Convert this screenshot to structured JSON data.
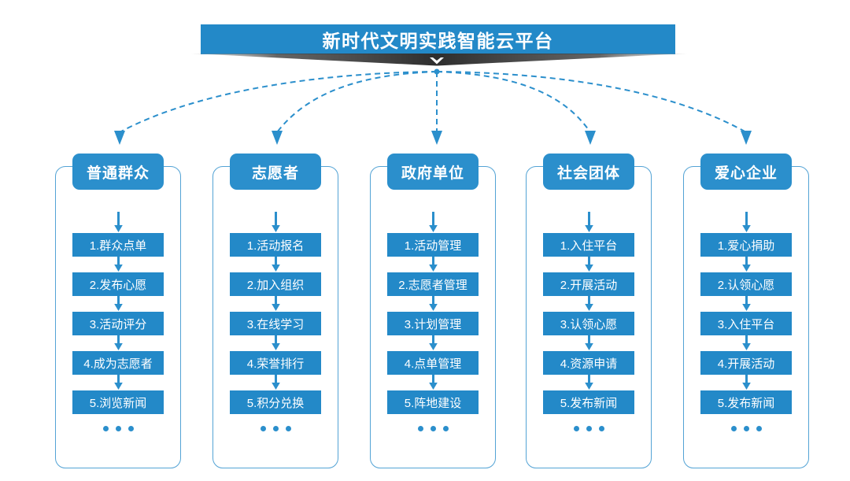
{
  "title": {
    "text": "新时代文明实践智能云平台",
    "bar_color": "#2389c8",
    "shadow_color": "#333333",
    "chevron_icon": "chevron-down-icon"
  },
  "theme": {
    "item_blue": "#2389c8",
    "header_blue": "#2b8fcc",
    "frame_border": "#53a3d5",
    "arrow_blue": "#2b8fcc",
    "dashed_connector": "#2b8fcc",
    "background": "#ffffff"
  },
  "ellipsis_label": "...",
  "columns": [
    {
      "header": "普通群众",
      "steps": [
        "1.群众点单",
        "2.发布心愿",
        "3.活动评分",
        "4.成为志愿者",
        "5.浏览新闻"
      ]
    },
    {
      "header": "志愿者",
      "steps": [
        "1.活动报名",
        "2.加入组织",
        "3.在线学习",
        "4.荣誉排行",
        "5.积分兑换"
      ]
    },
    {
      "header": "政府单位",
      "steps": [
        "1.活动管理",
        "2.志愿者管理",
        "3.计划管理",
        "4.点单管理",
        "5.阵地建设"
      ]
    },
    {
      "header": "社会团体",
      "steps": [
        "1.入住平台",
        "2.开展活动",
        "3.认领心愿",
        "4.资源申请",
        "5.发布新闻"
      ]
    },
    {
      "header": "爱心企业",
      "steps": [
        "1.爱心捐助",
        "2.认领心愿",
        "3.入住平台",
        "4.开展活动",
        "5.发布新闻"
      ]
    }
  ]
}
